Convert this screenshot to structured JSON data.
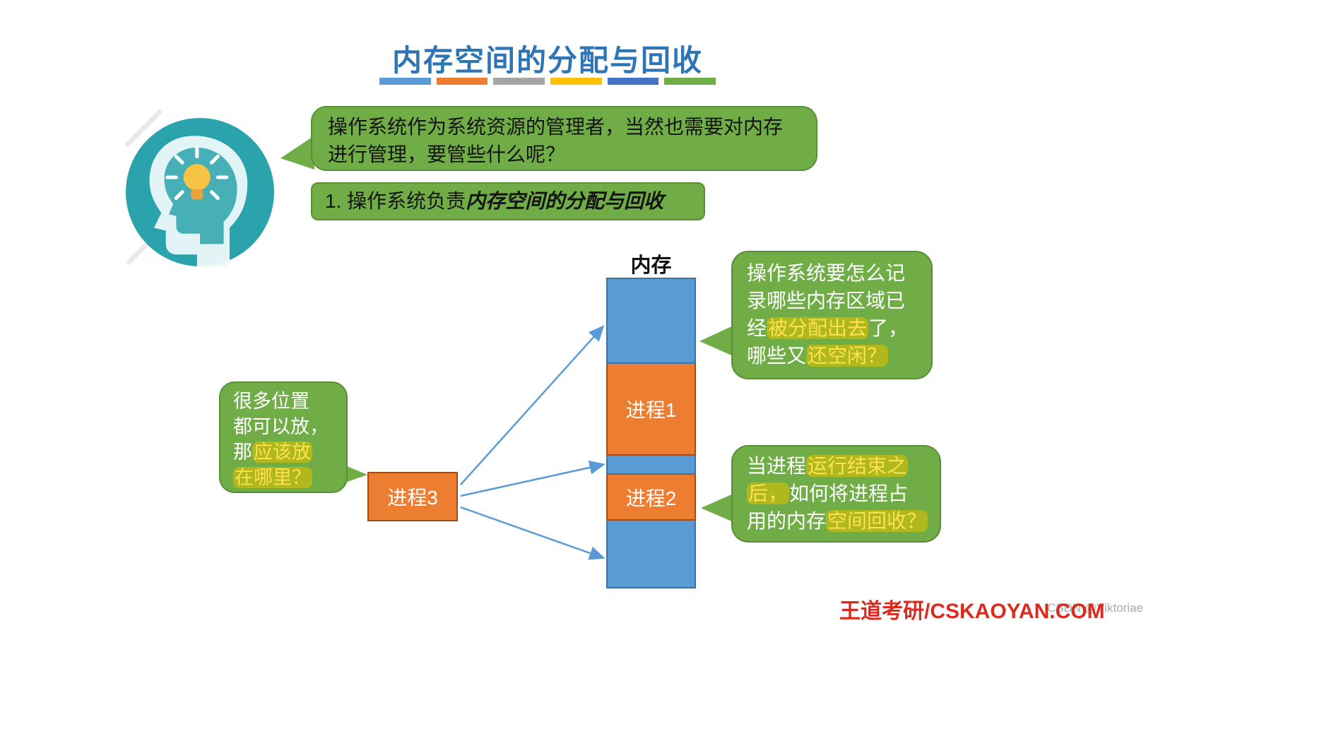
{
  "title": "内存空间的分配与回收",
  "divider_colors": [
    "#5B9BD5",
    "#ED7D31",
    "#A5A5A5",
    "#FFC000",
    "#4472C4",
    "#70AD47"
  ],
  "intro_bubble": {
    "lines": [
      [
        {
          "t": "操作系统作为系统资源的管理者，当然也需要对内存"
        }
      ],
      [
        {
          "t": "进行管理，要管些什么呢？"
        }
      ]
    ]
  },
  "point1": {
    "prefix": "1. 操作系统负责",
    "emphasis": "内存空间的分配与回收"
  },
  "left_bubble": {
    "lines": [
      [
        {
          "t": "很多位置"
        }
      ],
      [
        {
          "t": "都可以放，"
        }
      ],
      [
        {
          "t": "那"
        },
        {
          "t": "应该放",
          "h": true
        }
      ],
      [
        {
          "t": "在哪里？",
          "h": true
        }
      ]
    ]
  },
  "record_bubble": {
    "lines": [
      [
        {
          "t": "操作系统要怎么记"
        }
      ],
      [
        {
          "t": "录哪些内存区域已"
        }
      ],
      [
        {
          "t": "经"
        },
        {
          "t": "被分配出去",
          "h": true
        },
        {
          "t": "了，"
        }
      ],
      [
        {
          "t": "哪些又"
        },
        {
          "t": "还空闲？",
          "h": true
        }
      ]
    ]
  },
  "recycle_bubble": {
    "lines": [
      [
        {
          "t": "当进程"
        },
        {
          "t": "运行结束之",
          "h": true
        }
      ],
      [
        {
          "t": "后，",
          "h": true
        },
        {
          "t": "如何将进程占"
        }
      ],
      [
        {
          "t": "用的内存"
        },
        {
          "t": "空间回收？",
          "h": true
        }
      ]
    ]
  },
  "memory": {
    "label": "内存",
    "blocks": [
      {
        "name": "free-top",
        "label": "",
        "type": "free"
      },
      {
        "name": "process1",
        "label": "进程1",
        "type": "used"
      },
      {
        "name": "free-middle",
        "label": "",
        "type": "free"
      },
      {
        "name": "process2",
        "label": "进程2",
        "type": "used"
      },
      {
        "name": "free-bottom",
        "label": "",
        "type": "free"
      }
    ]
  },
  "process3_label": "进程3",
  "footer": "王道考研/CSKAOYAN.COM",
  "watermark": "CSDN @Viktoriae",
  "colors": {
    "title_blue": "#2E75B6",
    "accent_green": "#70AD47",
    "accent_green_border": "#5A8F35",
    "memory_blue": "#5B9BD5",
    "memory_blue_border": "#41719C",
    "process_orange": "#ED7D31",
    "process_orange_border": "#9C4F1D",
    "highlight_bg": "#AFB91E",
    "highlight_text": "#FFE14D",
    "footer_red": "#DD2A1F",
    "arrow_blue": "#5B9BD5",
    "icon_teal": "#2BA3AC"
  }
}
